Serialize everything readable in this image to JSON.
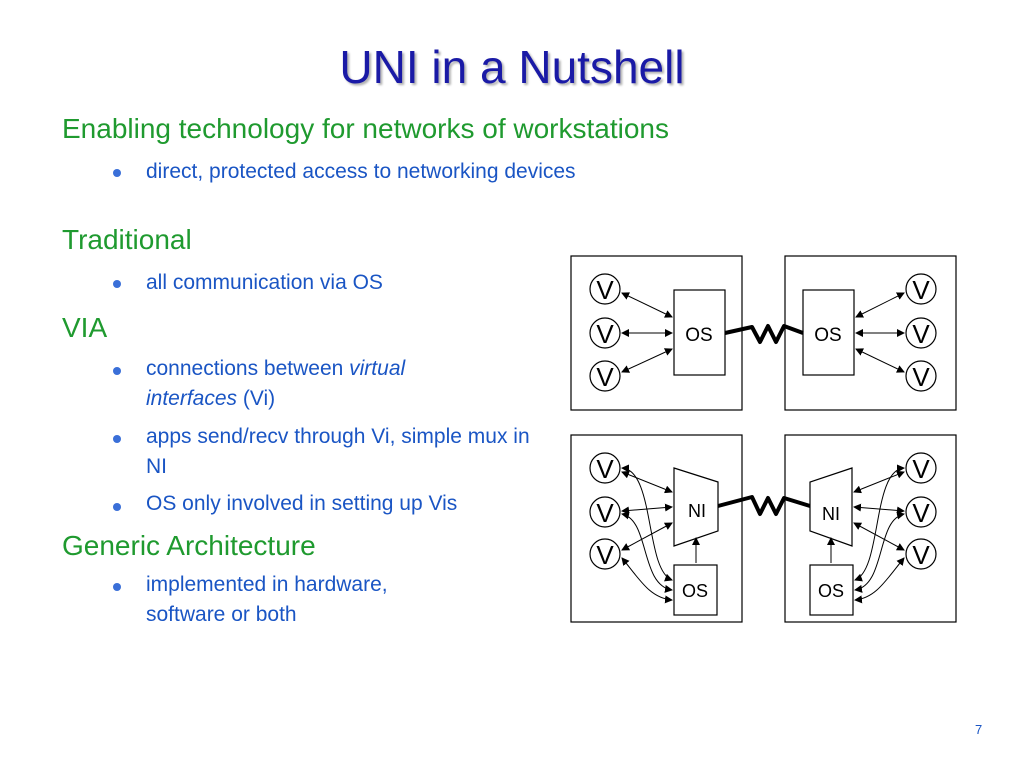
{
  "title": "UNI in a Nutshell",
  "sections": [
    {
      "heading": "Enabling technology for networks of workstations",
      "bullets": [
        {
          "text": "direct, protected access to networking devices"
        }
      ]
    },
    {
      "heading": "Traditional",
      "bullets": [
        {
          "text": "all communication via OS"
        }
      ]
    },
    {
      "heading": "VIA",
      "bullets": [
        {
          "pre": "connections between ",
          "em": "virtual interfaces",
          "post": " (Vi)"
        },
        {
          "text": "apps send/recv through Vi, simple mux in NI"
        },
        {
          "text": "OS only involved in setting up Vis"
        }
      ]
    },
    {
      "heading": "Generic Architecture",
      "bullets": [
        {
          "text": "implemented in hardware, software or both"
        }
      ]
    }
  ],
  "diagram": {
    "vi_label": "V",
    "os_label": "OS",
    "ni_label": "NI"
  },
  "page_number": "7",
  "colors": {
    "title": "#1a1aa6",
    "heading": "#1f9a2f",
    "body": "#1a55c4",
    "bullet": "#3a6fd8"
  }
}
